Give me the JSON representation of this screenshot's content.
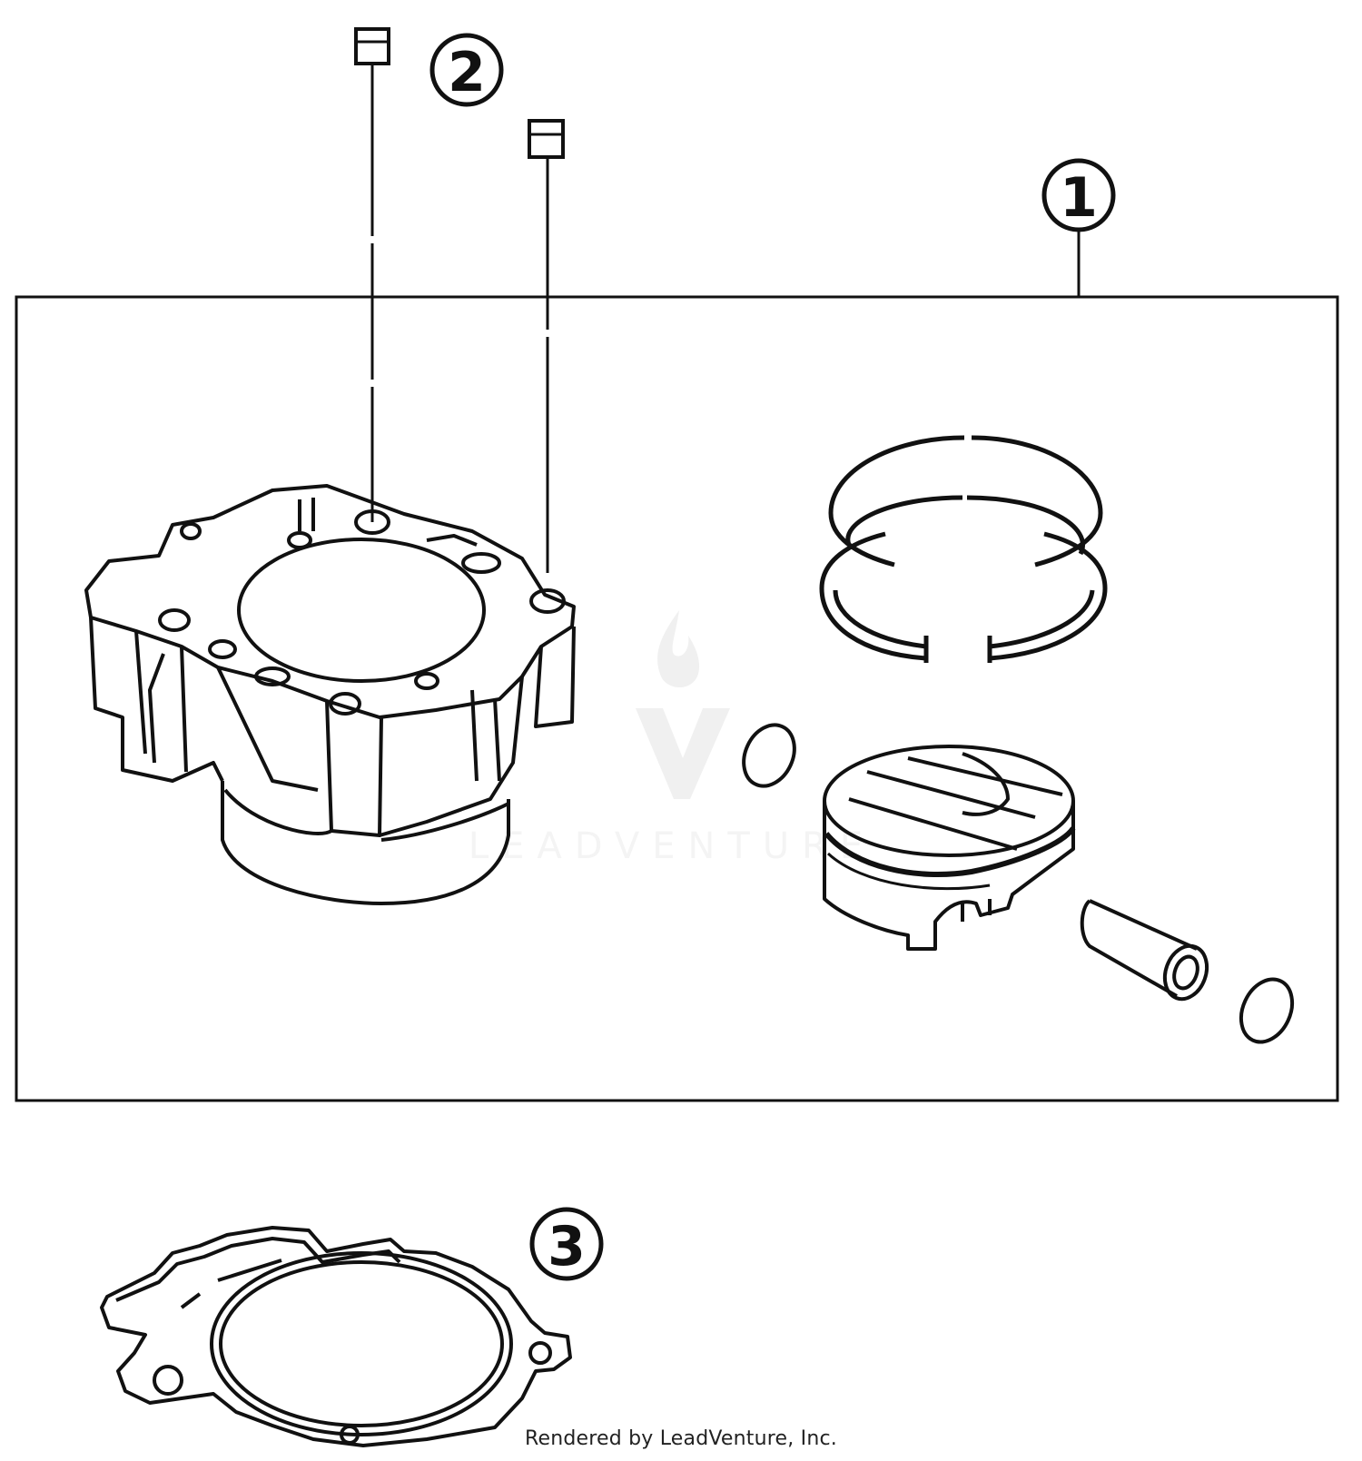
{
  "callouts": [
    {
      "id": "1",
      "label": "1"
    },
    {
      "id": "2",
      "label": "2"
    },
    {
      "id": "3",
      "label": "3"
    }
  ],
  "watermark": {
    "text": "LEADVENTURE"
  },
  "footer": {
    "text": "Rendered by LeadVenture, Inc."
  },
  "colors": {
    "line": "#111111",
    "background": "#ffffff",
    "watermark": "#e6e6e6"
  }
}
